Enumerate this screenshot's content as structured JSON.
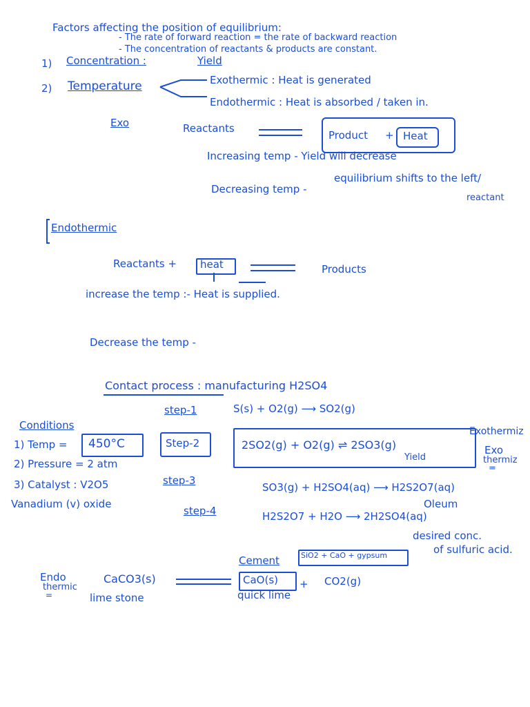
{
  "notes": {
    "title": "Factors affecting the position of equilibrium:",
    "bullet1": "- The rate of forward reaction = the rate of backward reaction",
    "bullet2": "- The concentration of reactants & products are constant.",
    "item1_num": "1)",
    "item1_label": "Concentration :",
    "item1_value": "Yield",
    "item2_num": "2)",
    "item2_label": "Temperature",
    "exo_branch": "Exothermic : Heat is generated",
    "endo_branch": "Endothermic : Heat is absorbed / taken in.",
    "exo_heading": "Exo",
    "exo_reactants": "Reactants",
    "exo_product": "Product",
    "exo_plus": "+",
    "exo_heat": "Heat",
    "exo_increase": "Increasing temp - Yield will decrease",
    "exo_shift": "equilibrium shifts to the left/",
    "exo_reactant_word": "reactant",
    "exo_decrease": "Decreasing temp -",
    "endo_heading": "Endothermic",
    "endo_reactants": "Reactants +",
    "endo_heat": "heat",
    "endo_products": "Products",
    "endo_increase": "increase the temp :- Heat is supplied.",
    "endo_decrease": "Decrease the temp -",
    "contact_title": "Contact process : manufacturing H2SO4",
    "step1_label": "step-1",
    "step1_eq": "S(s) + O2(g) ⟶ SO2(g)",
    "step2_label": "Step-2",
    "step2_eq": "2SO2(g) + O2(g) ⇌ 2SO3(g)",
    "step2_yield": "Yield",
    "exothermic_side": "Exothermiz",
    "exo_side2": "Exo",
    "exo_side3": "thermiz",
    "exo_side4": "=",
    "step3_label": "step-3",
    "step3_eq": "SO3(g) + H2SO4(aq) ⟶ H2S2O7(aq)",
    "oleum": "Oleum",
    "step4_label": "step-4",
    "step4_eq": "H2S2O7 + H2O ⟶ 2H2SO4(aq)",
    "desired1": "desired conc.",
    "desired2": "of sulfuric acid.",
    "conditions": "Conditions",
    "cond1_label": "1) Temp =",
    "cond1_value": "450°C",
    "cond2": "2) Pressure = 2 atm",
    "cond3": "3) Catalyst : V2O5",
    "cond3_name": "Vanadium (v) oxide",
    "cement": "Cement",
    "cement_box": "SiO2 + CaO + gypsum",
    "endo_label": "Endo",
    "thermic_label": "thermic",
    "eq_mark": "=",
    "caco3": "CaCO3(s)",
    "cao": "CaO(s)",
    "plus2": "+",
    "co2": "CO2(g)",
    "limestone": "lime stone",
    "quicklime": "quick lime"
  }
}
